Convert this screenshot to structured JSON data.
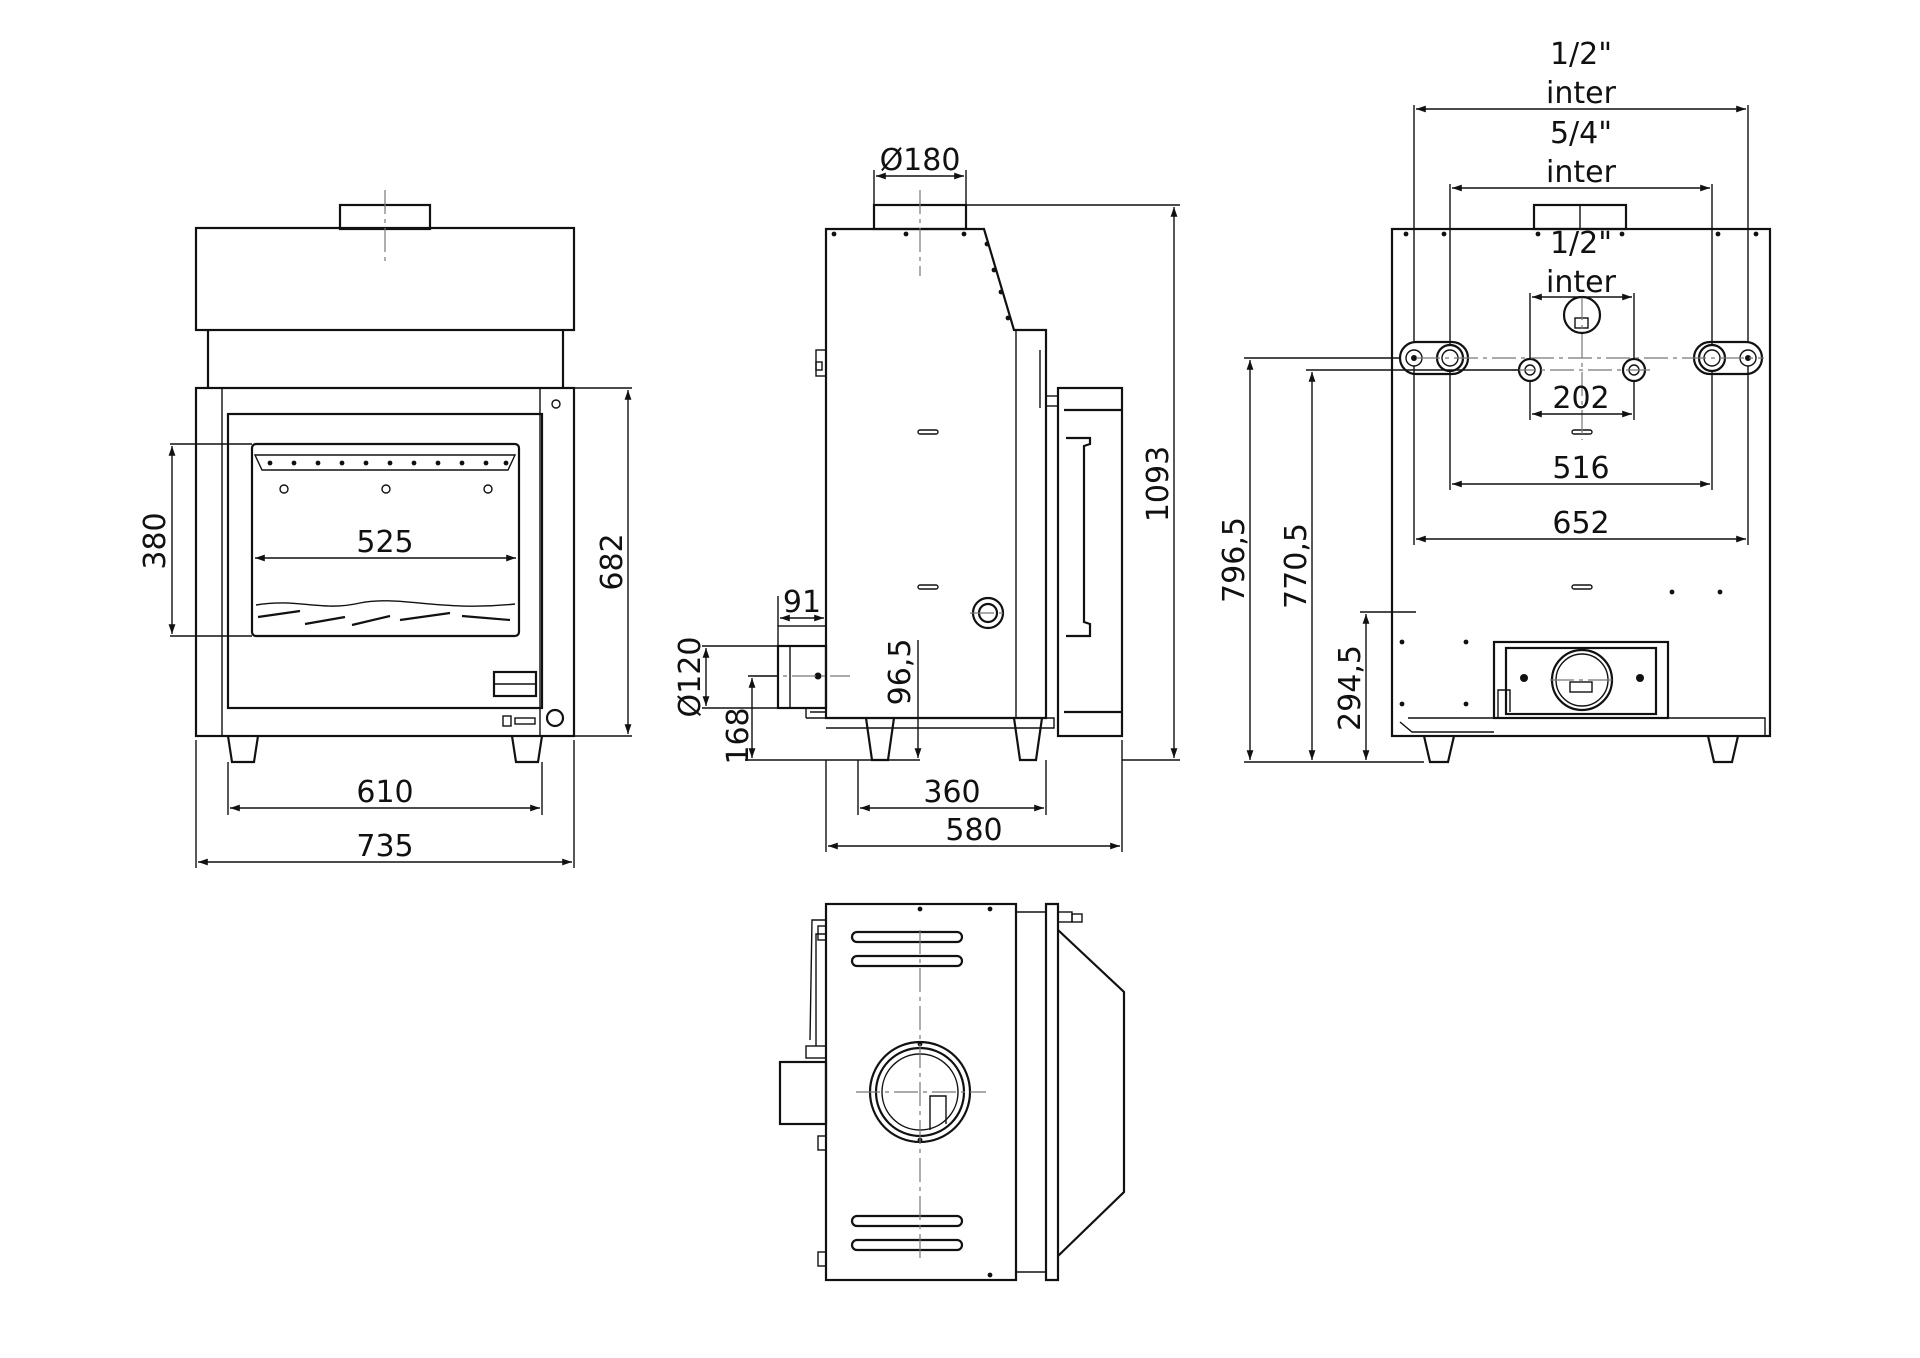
{
  "drawing": {
    "front_view": {
      "door_height": "380",
      "glass_width": "525",
      "panel_height": "682",
      "legs_width": "610",
      "overall_width": "735"
    },
    "side_view": {
      "flue_diameter": "Ø180",
      "overall_height": "1093",
      "air_inlet_offset": "91",
      "air_inlet_diameter": "Ø120",
      "air_inlet_axis_height": "96,5",
      "air_inlet_bottom": "168",
      "legs_depth": "360",
      "overall_depth": "580"
    },
    "rear_view": {
      "outer_connection_size": "1/2\"",
      "outer_connection_thread": "inter",
      "inner_connection_size": "5/4\"",
      "inner_connection_thread": "inter",
      "center_connection_size": "1/2\"",
      "center_connection_thread": "inter",
      "center_connections_spacing": "202",
      "inner_connections_spacing": "516",
      "outer_connections_spacing": "652",
      "outer_connection_height": "796,5",
      "inner_connection_height": "770,5",
      "air_box_height": "294,5"
    }
  }
}
